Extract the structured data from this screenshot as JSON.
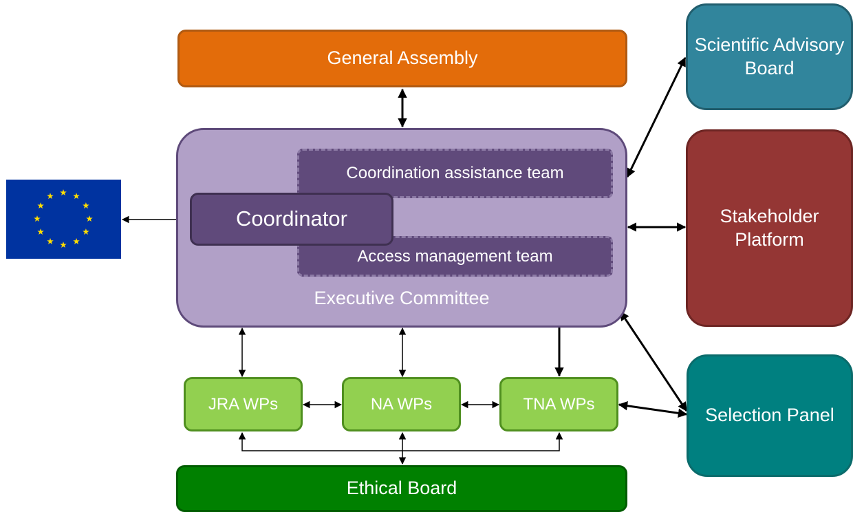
{
  "nodes": {
    "general_assembly": "General Assembly",
    "executive_committee": "Executive Committee",
    "coordination_assistance_team": "Coordination assistance team",
    "coordinator": "Coordinator",
    "access_management_team": "Access management team",
    "scientific_advisory_board": "Scientific Advisory Board",
    "stakeholder_platform": "Stakeholder Platform",
    "selection_panel": "Selection Panel",
    "jra_wps": "JRA WPs",
    "na_wps": "NA WPs",
    "tna_wps": "TNA WPs",
    "ethical_board": "Ethical Board"
  },
  "eu_flag": {
    "icon": "eu-flag-icon",
    "star_count": 12,
    "background": "#0033a0",
    "star_color": "#ffdd00"
  },
  "colors": {
    "general_assembly": "#e36c0a",
    "executive_committee": "#b1a0c7",
    "teams": "#604a7b",
    "scientific_advisory_board": "#31859c",
    "stakeholder_platform": "#943634",
    "selection_panel": "#008080",
    "work_packages": "#92d050",
    "ethical_board": "#008000"
  }
}
